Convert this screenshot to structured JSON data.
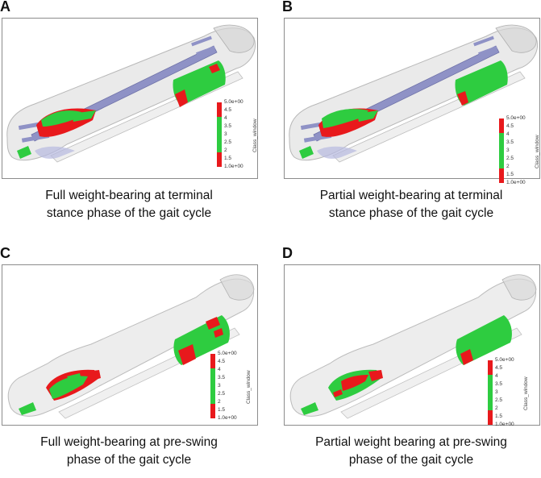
{
  "panels": [
    {
      "letter": "A",
      "caption_line1": "Full weight-bearing at terminal",
      "caption_line2": "stance phase of the gait cycle",
      "implant": true
    },
    {
      "letter": "B",
      "caption_line1": "Partial weight-bearing at terminal",
      "caption_line2": "stance phase of the gait cycle",
      "implant": true
    },
    {
      "letter": "C",
      "caption_line1": "Full weight-bearing at pre-swing",
      "caption_line2": "phase of the gait cycle",
      "implant": false
    },
    {
      "letter": "D",
      "caption_line1": "Partial weight bearing at pre-swing",
      "caption_line2": "phase of the gait cycle",
      "implant": false
    }
  ],
  "scale": {
    "label": "Class_window",
    "ticks": [
      "5.0e+00",
      "4.5",
      "4",
      "3.5",
      "3",
      "2.5",
      "2",
      "1.5",
      "1.0e+00"
    ]
  },
  "colors": {
    "red": "#e8191c",
    "green": "#2ecc40",
    "implant": "#8f92c6",
    "bone": "#d9d9d9",
    "frame": "#8c8c8c"
  }
}
